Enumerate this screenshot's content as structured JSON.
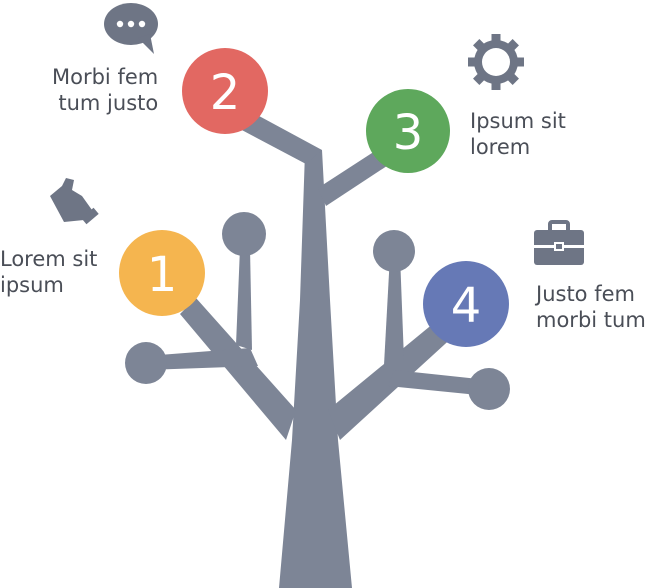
{
  "colors": {
    "tree": "#7d8596",
    "icon": "#6e7585",
    "node_1": "#f5b54f",
    "node_2": "#e26862",
    "node_3": "#5ea85c",
    "node_4": "#6679b6",
    "text": "#4a4e57"
  },
  "nodes": [
    {
      "number": "1",
      "line1": "Lorem sit",
      "line2": "ipsum",
      "icon": "thumbs-up-icon"
    },
    {
      "number": "2",
      "line1": "Morbi fem",
      "line2": "tum justo",
      "icon": "speech-bubble-icon"
    },
    {
      "number": "3",
      "line1": "Ipsum sit",
      "line2": "lorem",
      "icon": "gear-icon"
    },
    {
      "number": "4",
      "line1": "Justo fem",
      "line2": "morbi tum",
      "icon": "briefcase-icon"
    }
  ]
}
